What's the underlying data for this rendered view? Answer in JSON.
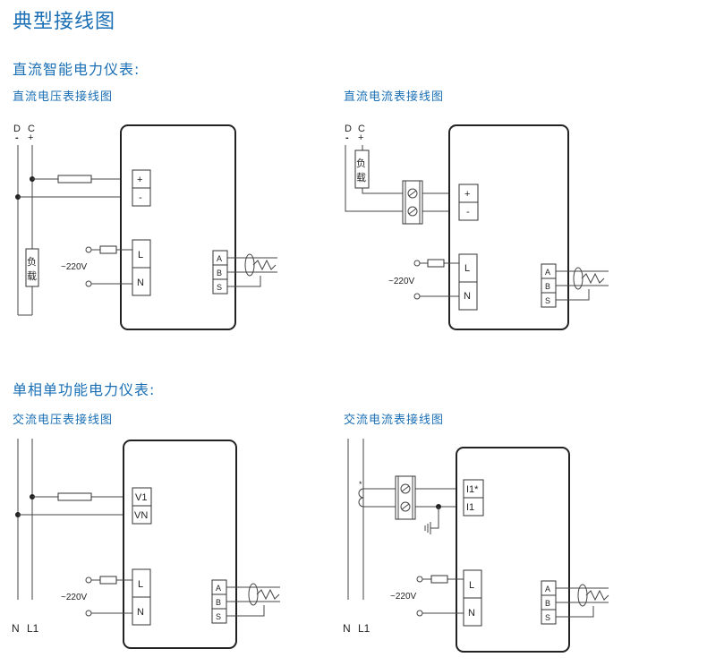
{
  "page_title": "典型接线图",
  "sections": [
    {
      "title": "直流智能电力仪表:",
      "diagrams": [
        {
          "title": "直流电压表接线图",
          "bus_labels": [
            "D",
            "C"
          ],
          "bus_polarity": [
            "-",
            "+"
          ],
          "load_label": [
            "负",
            "载"
          ],
          "input_terminals": [
            "+",
            "-"
          ],
          "power_terminals": [
            "L",
            "N"
          ],
          "supply_label": "~220V",
          "comm_terminals": [
            "A",
            "B",
            "S"
          ]
        },
        {
          "title": "直流电流表接线图",
          "bus_labels": [
            "D",
            "C"
          ],
          "bus_polarity": [
            "-",
            "+"
          ],
          "load_label": [
            "负",
            "载"
          ],
          "input_terminals": [
            "+",
            "-"
          ],
          "power_terminals": [
            "L",
            "N"
          ],
          "supply_label": "~220V",
          "comm_terminals": [
            "A",
            "B",
            "S"
          ]
        }
      ]
    },
    {
      "title": "单相单功能电力仪表:",
      "diagrams": [
        {
          "title": "交流电压表接线图",
          "bus_labels": [
            "N",
            "L1"
          ],
          "input_terminals": [
            "V1",
            "VN"
          ],
          "power_terminals": [
            "L",
            "N"
          ],
          "supply_label": "~220V",
          "comm_terminals": [
            "A",
            "B",
            "S"
          ]
        },
        {
          "title": "交流电流表接线图",
          "bus_labels": [
            "N",
            "L1"
          ],
          "ct_mark": "*",
          "input_terminals": [
            "I1*",
            "I1"
          ],
          "power_terminals": [
            "L",
            "N"
          ],
          "supply_label": "~220V",
          "comm_terminals": [
            "A",
            "B",
            "S"
          ]
        }
      ]
    }
  ]
}
